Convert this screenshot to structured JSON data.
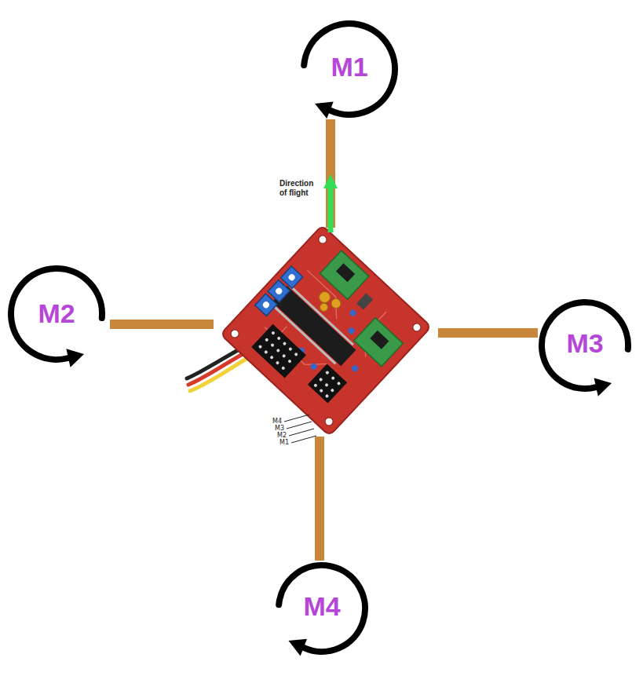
{
  "diagram": {
    "labels": [
      "M1",
      "Direction of flight",
      "M2",
      "M3",
      "M4",
      "M3",
      "M2",
      "M1",
      "M4"
    ]
  }
}
